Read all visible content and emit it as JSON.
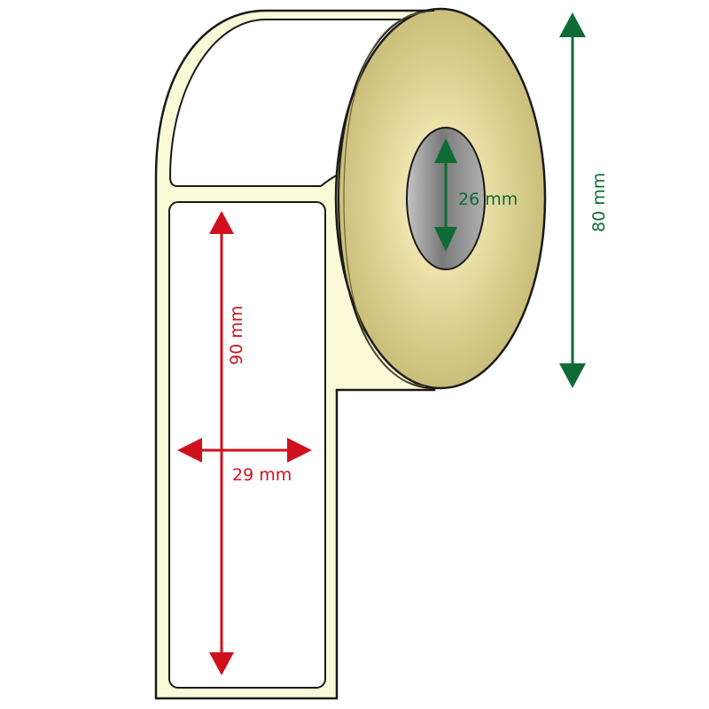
{
  "diagram": {
    "labels": {
      "label_height": "90 mm",
      "label_width": "29 mm",
      "core_diameter": "26 mm",
      "roll_diameter": "80 mm"
    },
    "colors": {
      "dimension_red": "#d1101e",
      "dimension_green": "#0f6b35",
      "liner_cream": "#fafad9",
      "roll_side_tan": "#c9bf7a",
      "core_grey": "#8a8a8a",
      "outline": "#1a1a1a",
      "label_white": "#ffffff"
    }
  }
}
